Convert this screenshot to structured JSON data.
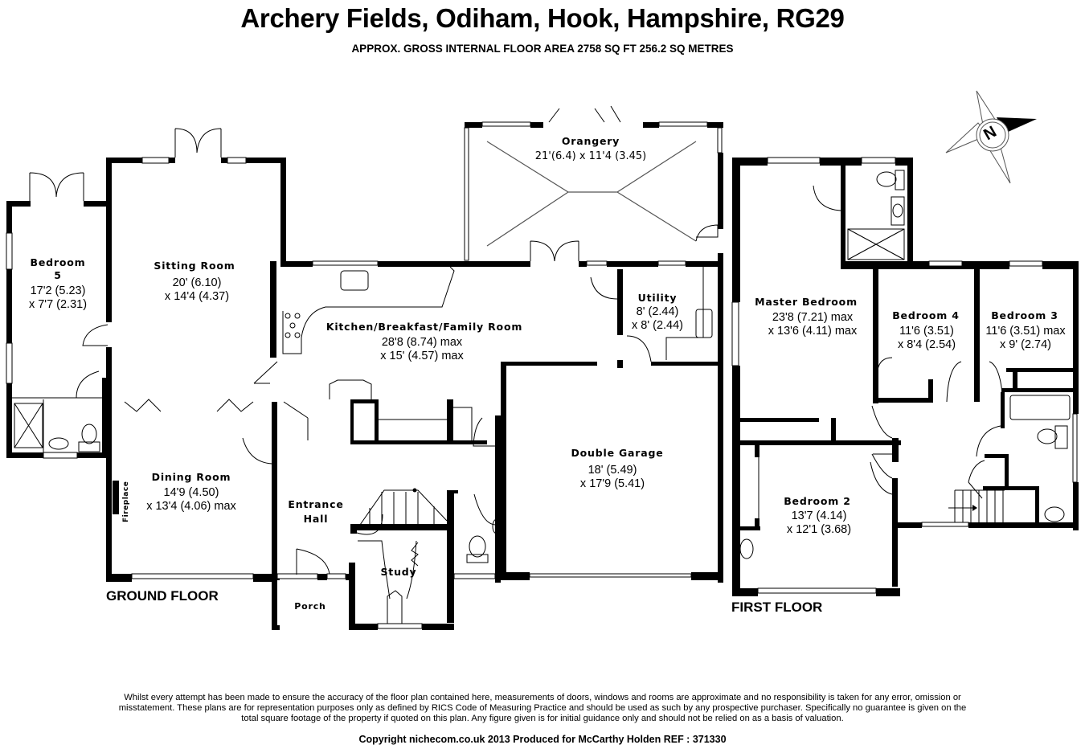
{
  "header": {
    "title": "Archery Fields, Odiham, Hook, Hampshire, RG29",
    "subtitle": "APPROX. GROSS INTERNAL FLOOR AREA 2758 SQ FT 256.2 SQ METRES"
  },
  "compass": {
    "icon": "north-arrow-icon",
    "letter": "N"
  },
  "floors": {
    "ground": {
      "label": "GROUND FLOOR",
      "rooms": {
        "bedroom5": {
          "name_line1": "Bedroom",
          "name_line2": "5",
          "dim1": "17'2 (5.23)",
          "dim2": "x 7'7 (2.31)"
        },
        "sitting": {
          "name": "Sitting Room",
          "dim1": "20' (6.10)",
          "dim2": "x 14'4 (4.37)"
        },
        "orangery": {
          "name": "Orangery",
          "dim1": "21'(6.4) x 11'4 (3.45)"
        },
        "kitchen": {
          "name": "Kitchen/Breakfast/Family Room",
          "dim1": "28'8 (8.74) max",
          "dim2": "x 15' (4.57) max"
        },
        "utility": {
          "name": "Utility",
          "dim1": "8' (2.44)",
          "dim2": "x 8' (2.44)"
        },
        "dining": {
          "name": "Dining Room",
          "dim1": "14'9 (4.50)",
          "dim2": "x 13'4 (4.06) max"
        },
        "fireplace": {
          "name": "Fireplace"
        },
        "entrance": {
          "name_line1": "Entrance",
          "name_line2": "Hall"
        },
        "study": {
          "name": "Study"
        },
        "porch": {
          "name": "Porch"
        },
        "garage": {
          "name": "Double Garage",
          "dim1": "18' (5.49)",
          "dim2": "x 17'9 (5.41)"
        }
      }
    },
    "first": {
      "label": "FIRST FLOOR",
      "rooms": {
        "master": {
          "name": "Master Bedroom",
          "dim1": "23'8 (7.21) max",
          "dim2": "x 13'6 (4.11) max"
        },
        "bedroom4": {
          "name": "Bedroom 4",
          "dim1": "11'6 (3.51)",
          "dim2": "x 8'4 (2.54)"
        },
        "bedroom3": {
          "name": "Bedroom 3",
          "dim1": "11'6 (3.51) max",
          "dim2": "x 9' (2.74)"
        },
        "bedroom2": {
          "name": "Bedroom 2",
          "dim1": "13'7 (4.14)",
          "dim2": "x 12'1 (3.68)"
        }
      }
    }
  },
  "footer": {
    "disclaimer": "Whilst every attempt has been made to ensure the accuracy of the floor plan contained here, measurements of doors, windows and rooms are approximate and no responsibility is taken for any error, omission or misstatement. These plans are for representation purposes only as defined by RICS Code of Measuring Practice and should be used as such by any prospective purchaser.  Specifically no guarantee is given on the total square footage of the property if quoted on this plan. Any figure given is for initial guidance only and should not be relied on as a basis of valuation.",
    "copyright": "Copyright nichecom.co.uk 2013    Produced for McCarthy Holden    REF : 371330"
  }
}
